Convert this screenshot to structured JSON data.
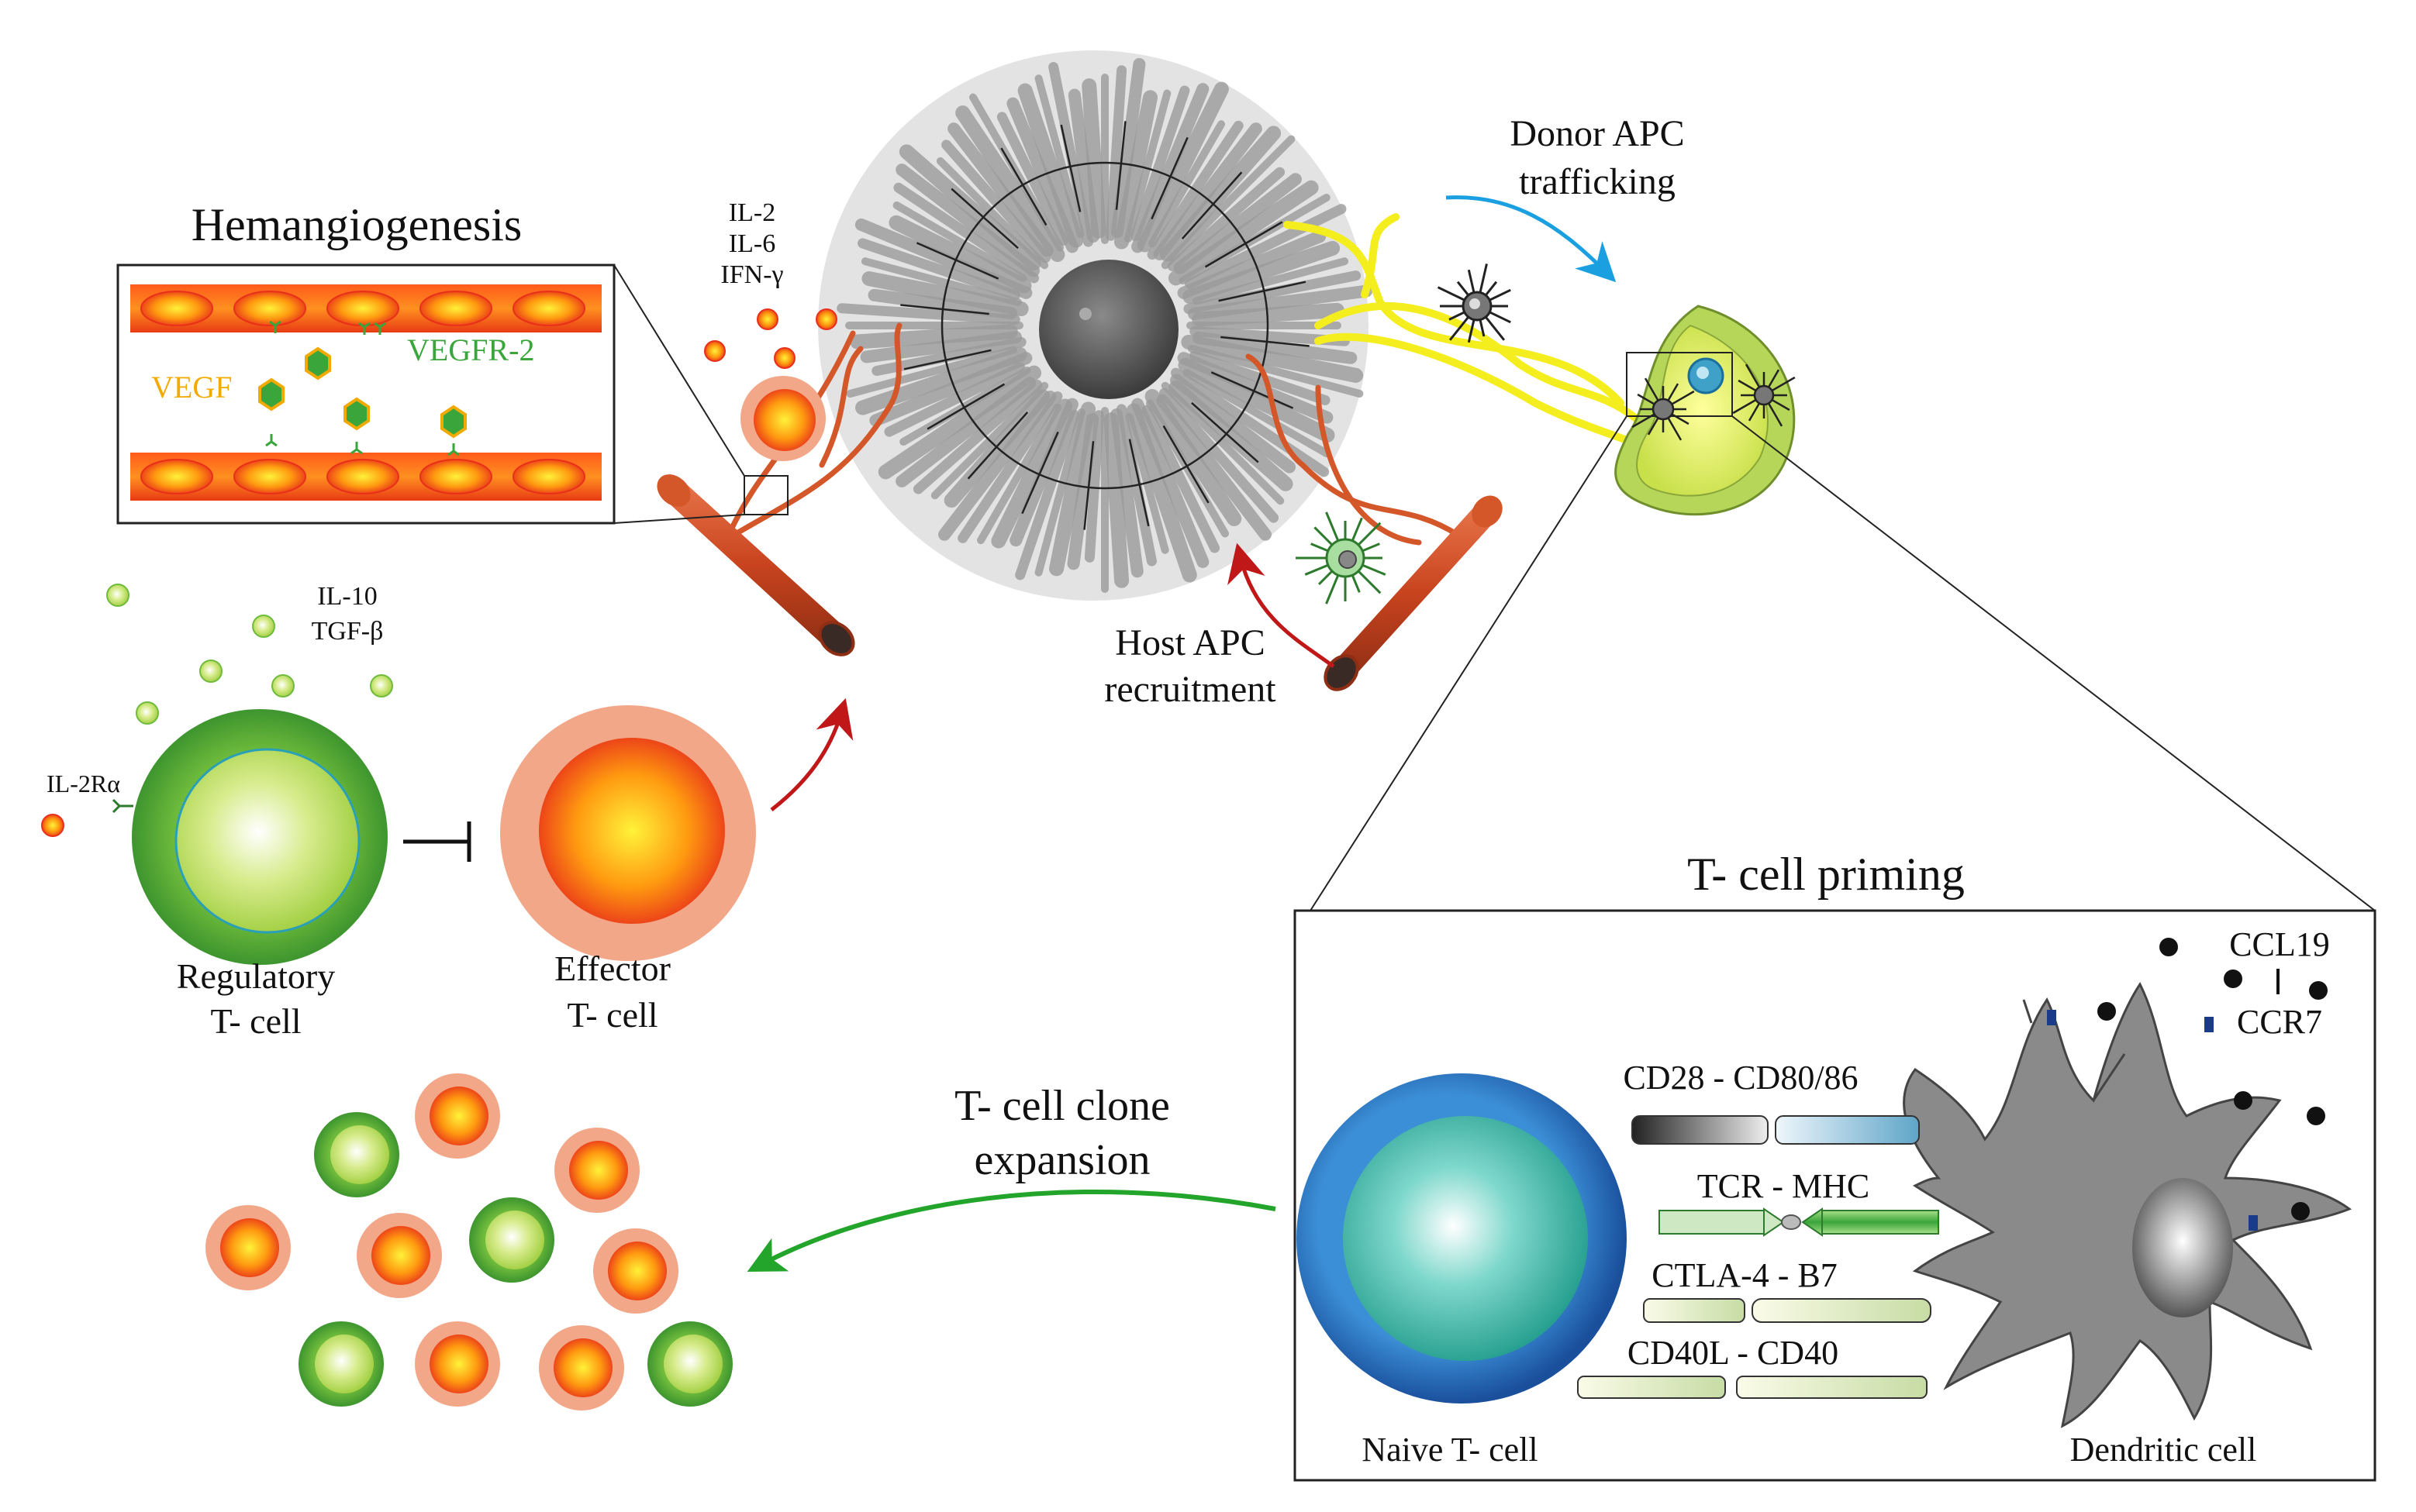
{
  "labels": {
    "hemangiogenesis": "Hemangiogenesis",
    "vegf": "VEGF",
    "vegfr2": "VEGFR-2",
    "cytokines_effector": [
      "IL-2",
      "IL-6",
      "IFN-γ"
    ],
    "cytokines_regulatory": [
      "IL-10",
      "TGF-β"
    ],
    "il2ra": "IL-2Rα",
    "regulatory_cell": [
      "Regulatory",
      "T- cell"
    ],
    "effector_cell": [
      "Effector",
      "T- cell"
    ],
    "donor_apc": [
      "Donor APC",
      "trafficking"
    ],
    "host_apc": [
      "Host APC",
      "recruitment"
    ],
    "priming_title": "T- cell priming",
    "ccl19": "CCL19",
    "ccr7": "CCR7",
    "cd28": "CD28 - CD80/86",
    "tcr": "TCR - MHC",
    "ctla4": "CTLA-4 - B7",
    "cd40": "CD40L - CD40",
    "naive_cell": "Naive T- cell",
    "dendritic_cell": "Dendritic cell",
    "clone_expansion": [
      "T- cell clone",
      "expansion"
    ]
  },
  "colors": {
    "vegf_text": "#f2a900",
    "vegfr_text": "#3aa53a",
    "vessel": "#d4572a",
    "lymph_yellow": "#f4ee1e",
    "blue_arrow": "#1aa0e0",
    "red_arrow": "#c01818",
    "green_arrow": "#22a52a"
  }
}
